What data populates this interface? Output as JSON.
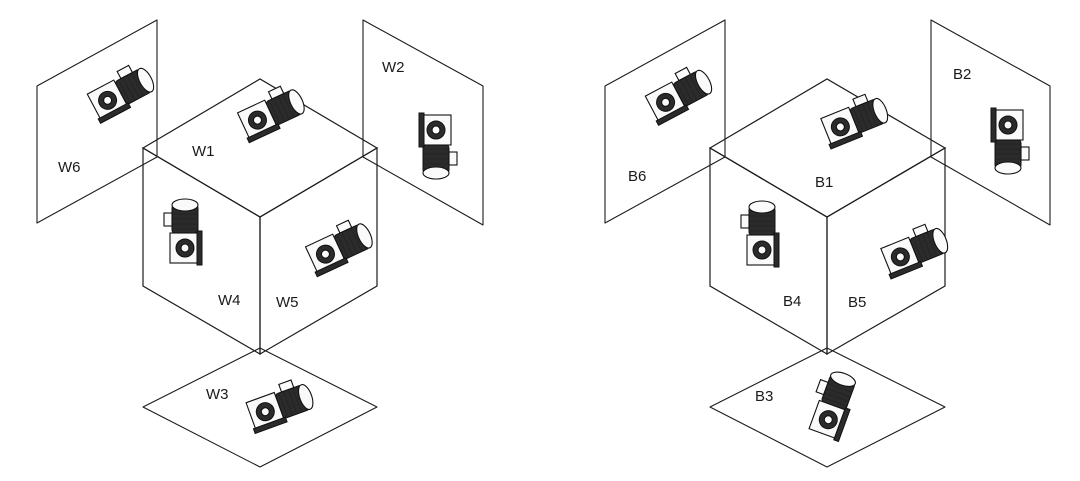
{
  "diagrams": [
    {
      "series": "W",
      "positions": [
        "W1",
        "W2",
        "W3",
        "W4",
        "W5",
        "W6"
      ]
    },
    {
      "series": "B",
      "positions": [
        "B1",
        "B2",
        "B3",
        "B4",
        "B5",
        "B6"
      ]
    }
  ],
  "icons": [
    "gear-motor-icon"
  ],
  "colors": {
    "line": "#1c1c1c",
    "background": "#ffffff"
  }
}
